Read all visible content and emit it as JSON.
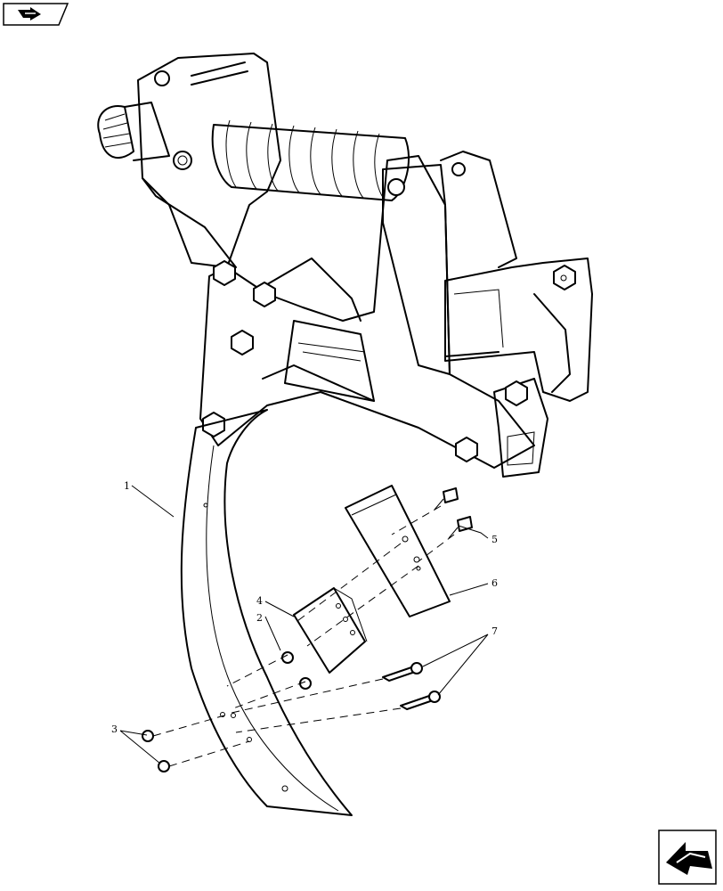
{
  "toolbar": {
    "back_icon": "back-arrow-icon"
  },
  "footer": {
    "return_icon": "return-arrow-icon"
  },
  "callouts": [
    {
      "id": "1",
      "label": "1"
    },
    {
      "id": "2",
      "label": "2"
    },
    {
      "id": "3",
      "label": "3"
    },
    {
      "id": "4",
      "label": "4"
    },
    {
      "id": "5",
      "label": "5"
    },
    {
      "id": "6",
      "label": "6"
    },
    {
      "id": "7",
      "label": "7"
    }
  ]
}
